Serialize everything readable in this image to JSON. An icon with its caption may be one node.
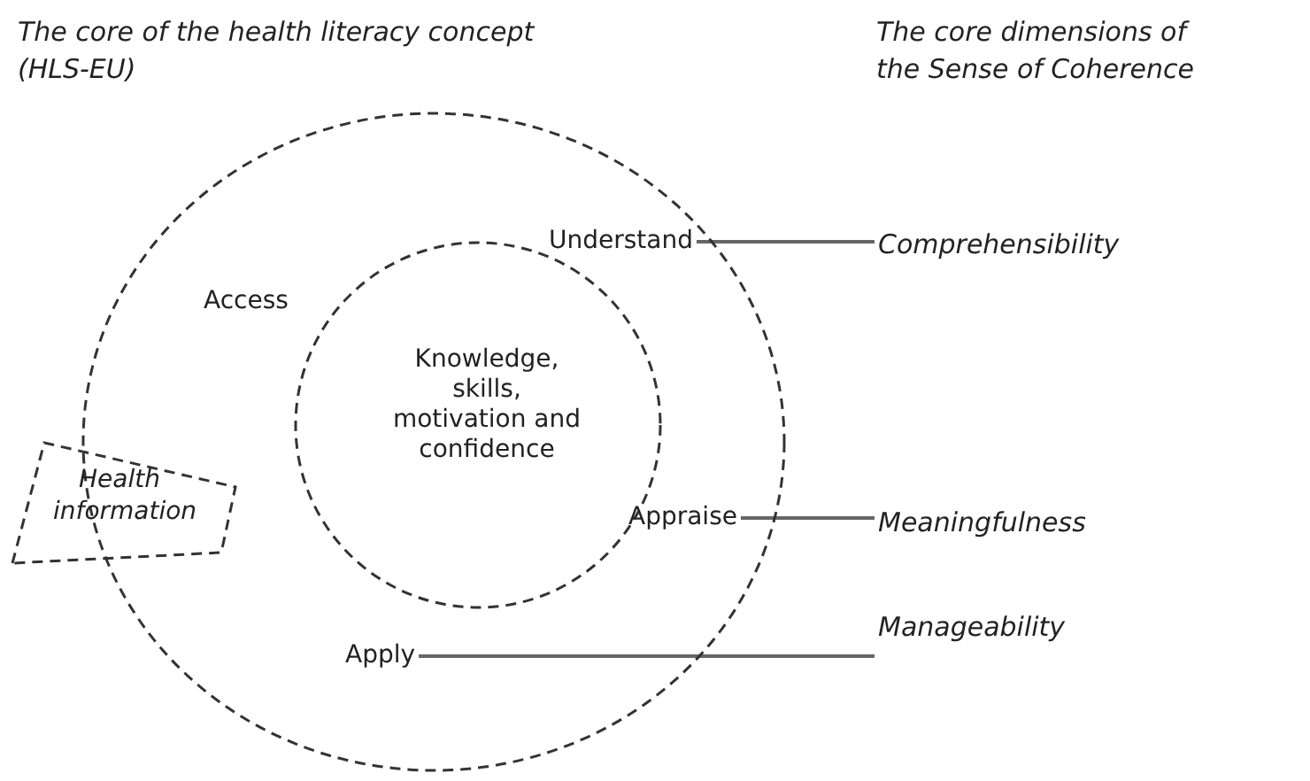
{
  "diagram": {
    "nodes": [
      {
        "text": [],
        "shape": "circle"
      },
      {
        "text": [
          "Understand"
        ],
        "in": 0
      },
      {
        "text": [
          "Access"
        ],
        "in": 0
      },
      {
        "text": [
          "Knowledge, skills, motivation and confidence"
        ],
        "in": 0
      },
      {
        "text": [
          "Appraise"
        ],
        "in": 0
      },
      {
        "text": [
          "Health information"
        ]
      },
      {
        "text": [
          "Apply"
        ],
        "in": 0
      },
      {
        "text": [
          "Comprehensibility"
        ]
      },
      {
        "text": [
          "Meaningfulness"
        ]
      },
      {
        "text": [
          "Manageability"
        ]
      }
    ],
    "edges": [
      {
        "from": 1,
        "to": 7,
        "arrow": "none"
      },
      {
        "from": 4,
        "to": 8,
        "arrow": "none"
      },
      {
        "from": 6,
        "to": 9,
        "arrow": "none"
      }
    ],
    "labels": [
      "The core of the health literacy concept (HLS-EU)",
      "The core dimensions of the Sense of Coherence"
    ]
  }
}
